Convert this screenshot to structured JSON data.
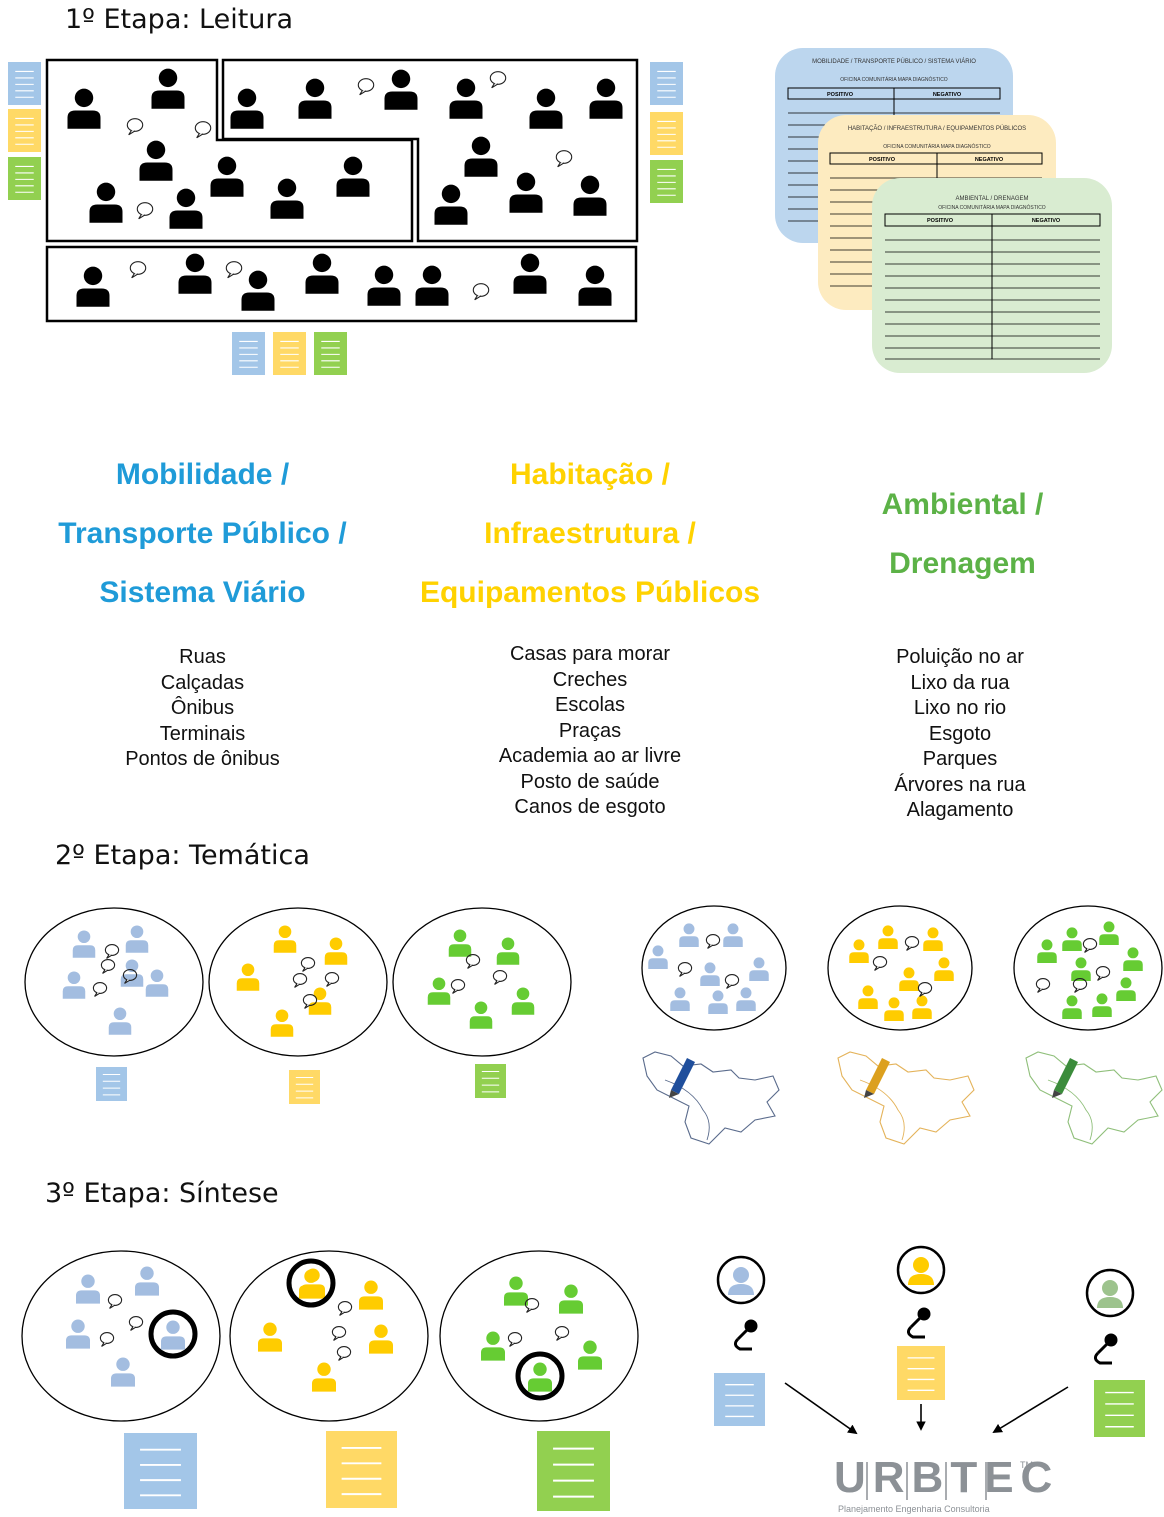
{
  "stages": [
    {
      "id": "leitura",
      "heading": "1º Etapa: Leitura"
    },
    {
      "id": "tematica",
      "heading": "2º Etapa: Temática"
    },
    {
      "id": "sintese",
      "heading": "3º Etapa: Síntese"
    }
  ],
  "themes": [
    {
      "id": "mobilidade",
      "color": "#1f9bd8",
      "fill": "#a3c6e8",
      "title_lines": [
        "Mobilidade /",
        "Transporte Público /",
        "Sistema Viário"
      ],
      "items": [
        "Ruas",
        "Calçadas",
        "Ônibus",
        "Terminais",
        "Pontos de ônibus"
      ]
    },
    {
      "id": "habitacao",
      "color": "#ffd200",
      "fill": "#ffd966",
      "title_lines": [
        "Habitação /",
        "Infraestrutura /",
        "Equipamentos Públicos"
      ],
      "items": [
        "Casas para morar",
        "Creches",
        "Escolas",
        "Praças",
        "Academia ao ar livre",
        "Posto de saúde",
        "Canos de esgoto"
      ]
    },
    {
      "id": "ambiental",
      "color": "#5cb247",
      "fill": "#92d050",
      "title_lines": [
        "Ambiental /",
        "Drenagem"
      ],
      "items": [
        "Poluição no ar",
        "Lixo da rua",
        "Lixo no rio",
        "Esgoto",
        "Parques",
        "Árvores na rua",
        "Alagamento"
      ]
    }
  ],
  "forms": [
    {
      "title": "MOBILIDADE / TRANSPORTE PÚBLICO / SISTEMA VIÁRIO",
      "subtitle": "OFICINA COMUNITÁRIA MAPA DIAGNÓSTICO",
      "col_positive": "POSITIVO",
      "col_negative": "NEGATIVO"
    },
    {
      "title": "HABITAÇÃO / INFRAESTRUTURA / EQUIPAMENTOS PÚBLICOS",
      "subtitle": "OFICINA COMUNITÁRIA MAPA DIAGNÓSTICO",
      "col_positive": "POSITIVO",
      "col_negative": "NEGATIVO"
    },
    {
      "title": "AMBIENTAL / DRENAGEM",
      "subtitle": "OFICINA COMUNITÁRIA MAPA DIAGNÓSTICO",
      "col_positive": "POSITIVO",
      "col_negative": "NEGATIVO"
    }
  ],
  "logo": {
    "name": "URBTEC",
    "tagline": "Planejamento  Engenharia  Consultoria",
    "tm": "TM",
    "color": "#8c9196"
  }
}
